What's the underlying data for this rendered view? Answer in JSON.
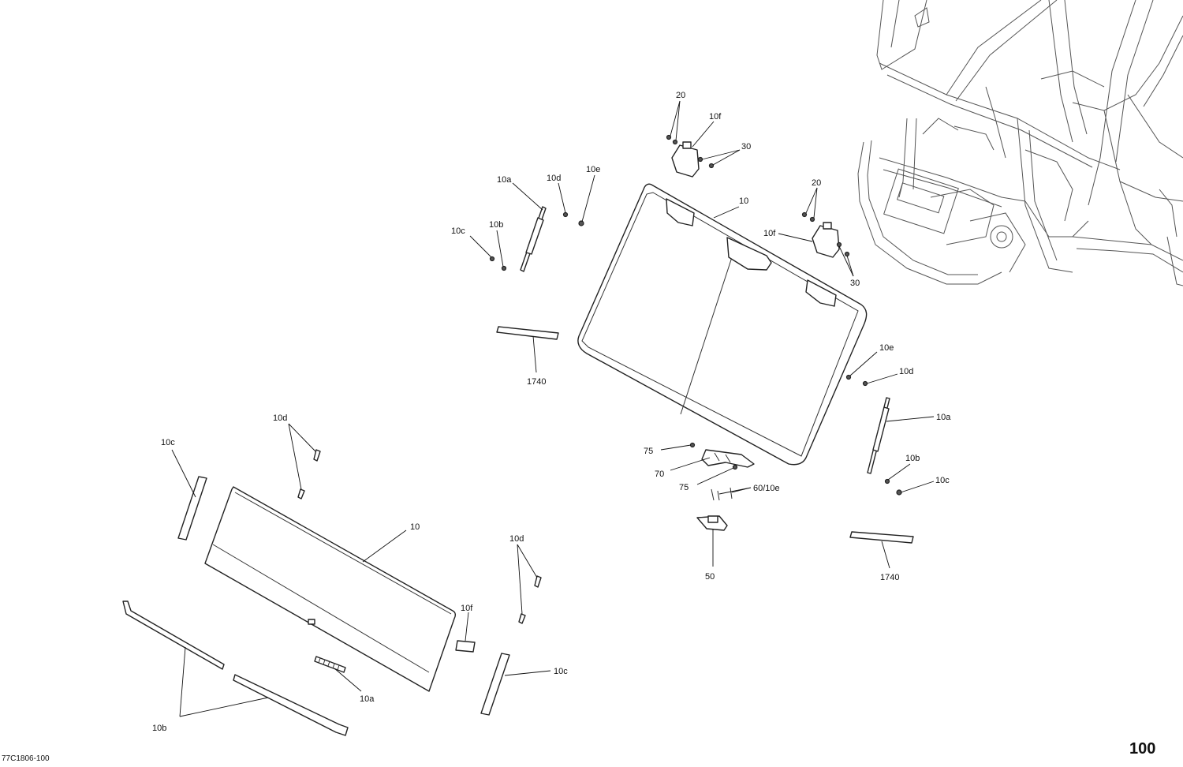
{
  "diagram": {
    "drawing_code": "77C1806-100",
    "page_number": "100",
    "callouts": {
      "c20_top": "20",
      "c10f_top": "10f",
      "c30_top": "30",
      "c10a_left": "10a",
      "c10d_left": "10d",
      "c10e_left": "10e",
      "c10_windshield": "10",
      "c10c_left": "10c",
      "c10b_left": "10b",
      "c20_right": "20",
      "c10f_right": "10f",
      "c30_right": "30",
      "c1740_left": "1740",
      "c10e_right": "10e",
      "c10d_right": "10d",
      "c10a_right": "10a",
      "c10b_right": "10b",
      "c10c_right": "10c",
      "c75_upper": "75",
      "c70": "70",
      "c75_lower": "75",
      "c60_10e": "60/10e",
      "c50": "50",
      "c1740_right": "1740",
      "c10d_lower_a": "10d",
      "c10c_lower_a": "10c",
      "c10_lower": "10",
      "c10d_lower_b": "10d",
      "c10f_lower": "10f",
      "c10c_lower_b": "10c",
      "c10a_lower": "10a",
      "c10b_lower": "10b"
    }
  }
}
